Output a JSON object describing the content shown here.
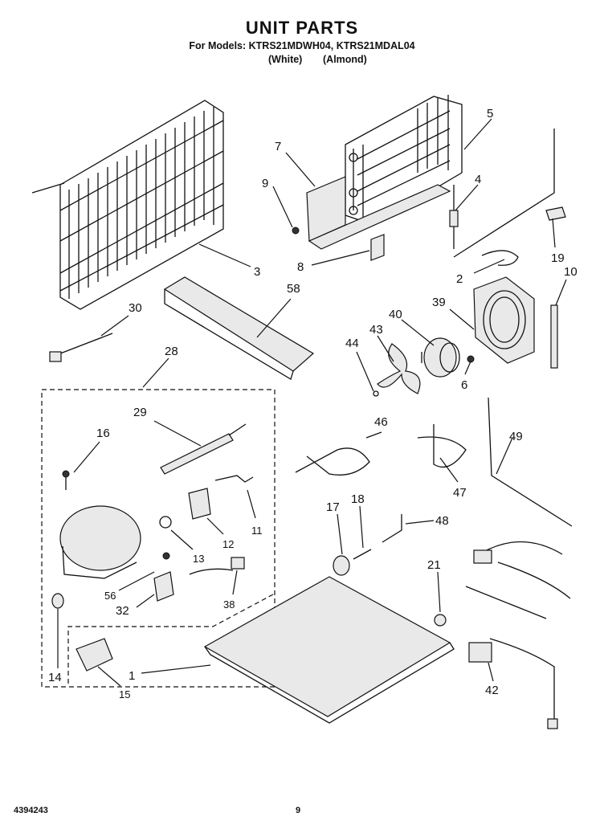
{
  "header": {
    "title": "UNIT PARTS",
    "models": "For Models: KTRS21MDWH04, KTRS21MDAL04",
    "variant_white": "(White)",
    "variant_almond": "(Almond)"
  },
  "callouts": [
    "7",
    "9",
    "5",
    "4",
    "3",
    "8",
    "19",
    "2",
    "10",
    "58",
    "30",
    "39",
    "40",
    "43",
    "44",
    "6",
    "28",
    "29",
    "46",
    "16",
    "49",
    "11",
    "12",
    "13",
    "47",
    "17",
    "18",
    "48",
    "21",
    "56",
    "32",
    "38",
    "14",
    "1",
    "15",
    "42"
  ],
  "footer": {
    "doc_number": "4394243",
    "page_number": "9"
  }
}
